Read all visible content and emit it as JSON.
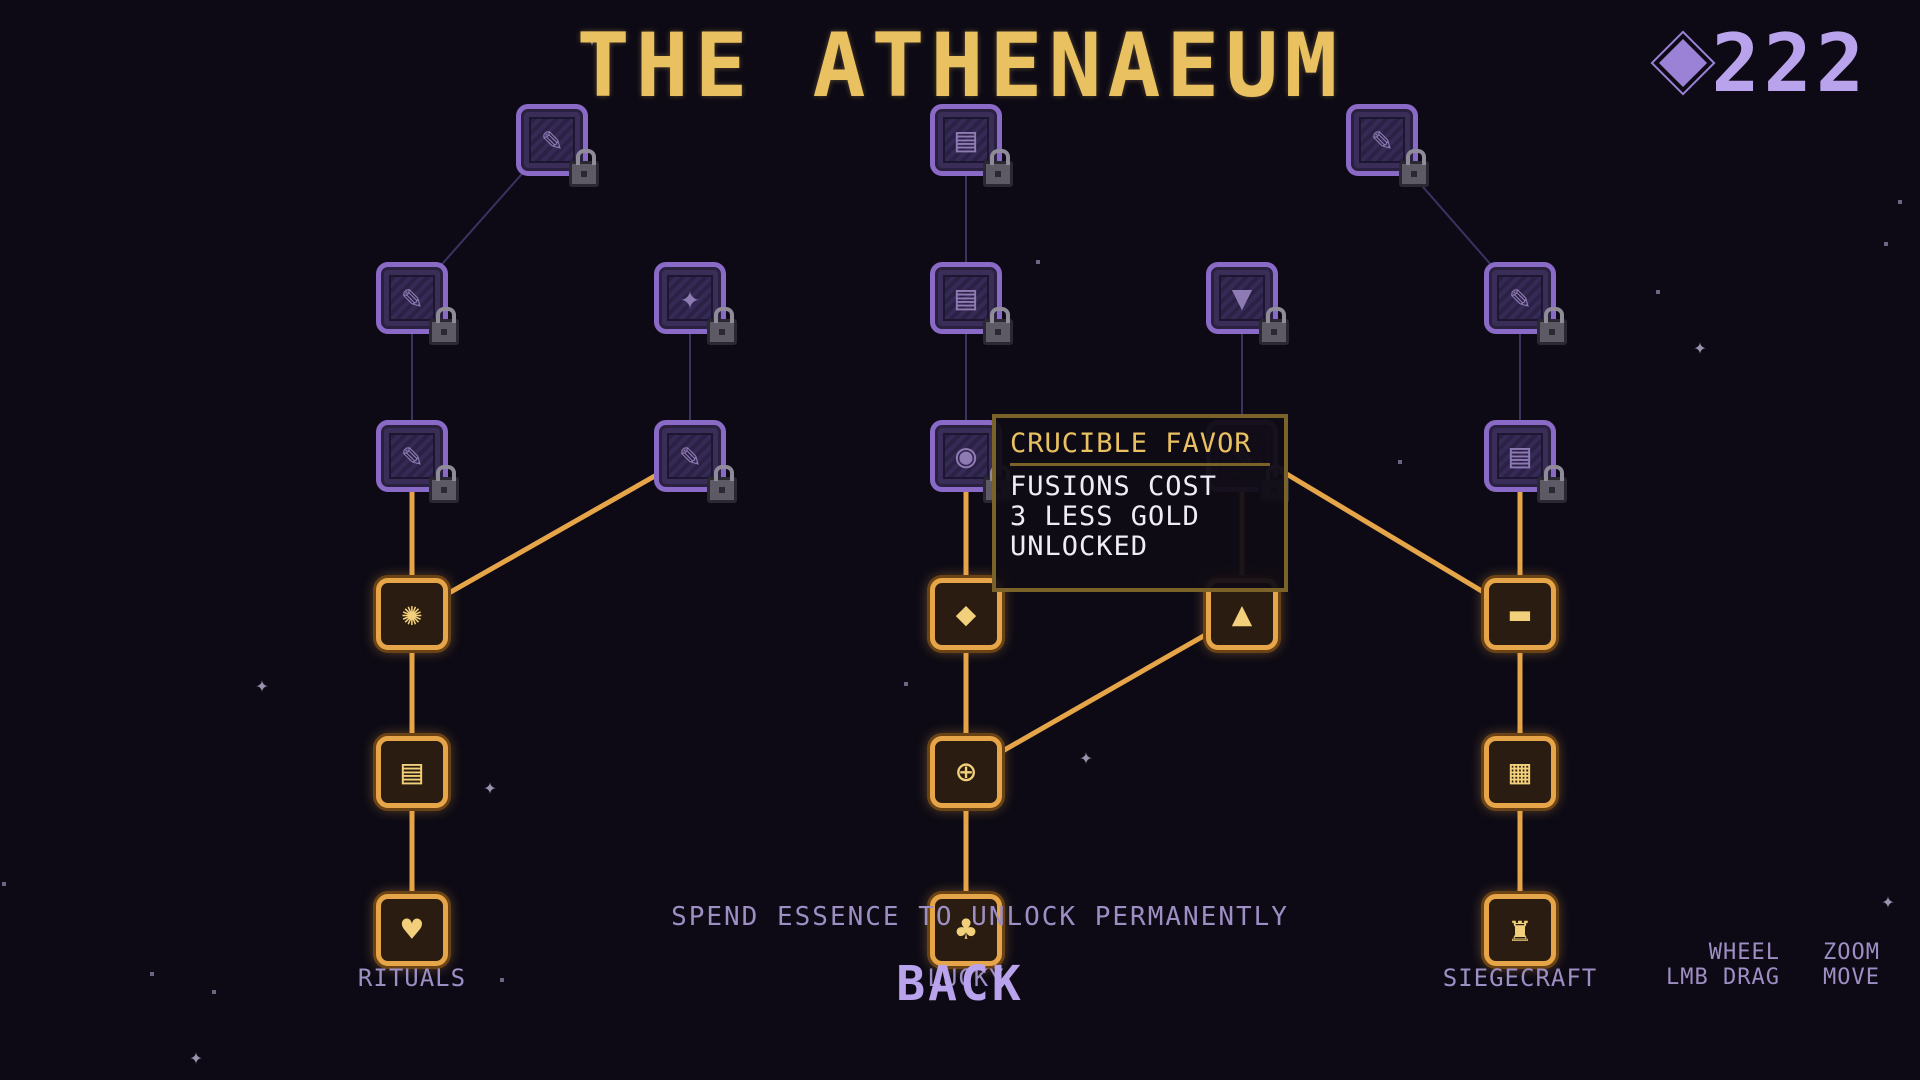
{
  "title": "THE ATHENAEUM",
  "currency": {
    "icon": "essence-diamond-icon",
    "amount": "222"
  },
  "tooltip": {
    "title": "CRUCIBLE FAVOR",
    "lines": [
      "FUSIONS COST",
      "3 LESS GOLD",
      "UNLOCKED"
    ]
  },
  "hint": "SPEND ESSENCE TO UNLOCK PERMANENTLY",
  "back_label": "BACK",
  "branch_labels": {
    "left": "RITUALS",
    "center": "LUCKY",
    "right": "SIEGECRAFT"
  },
  "controls": [
    {
      "key": "WHEEL",
      "action": "ZOOM"
    },
    {
      "key": "LMB DRAG",
      "action": "MOVE"
    }
  ],
  "colors": {
    "accent_gold": "#e9c160",
    "locked_purple": "#8a6ac7",
    "edge_active": "#e6a548",
    "edge_locked": "#3a3360",
    "background": "#0d0a15"
  },
  "nodes": [
    {
      "id": "r-t",
      "state": "locked",
      "icon": "scroll-icon"
    },
    {
      "id": "r-m2",
      "state": "locked",
      "icon": "scroll-icon"
    },
    {
      "id": "r-m1",
      "state": "locked",
      "icon": "scroll-icon"
    },
    {
      "id": "r-root3",
      "state": "unlocked",
      "icon": "sigil-icon"
    },
    {
      "id": "r-root2",
      "state": "unlocked",
      "icon": "mask-icon"
    },
    {
      "id": "r-root1",
      "state": "unlocked",
      "icon": "potion-icon"
    },
    {
      "id": "r-s2",
      "state": "locked",
      "icon": "scroll-icon"
    },
    {
      "id": "r-s1",
      "state": "locked",
      "icon": "scroll-icon"
    },
    {
      "id": "c-t",
      "state": "locked",
      "icon": "scroll-icon"
    },
    {
      "id": "c-m2",
      "state": "locked",
      "icon": "scroll-icon"
    },
    {
      "id": "c-m1",
      "state": "locked",
      "icon": "crucible-icon"
    },
    {
      "id": "c-root3",
      "state": "unlocked",
      "icon": "gems-icon"
    },
    {
      "id": "c-root2",
      "state": "unlocked",
      "icon": "coin-pouch-icon"
    },
    {
      "id": "c-root1",
      "state": "unlocked",
      "icon": "clover-icon"
    },
    {
      "id": "c-s2",
      "state": "locked",
      "icon": "shield-icon"
    },
    {
      "id": "c-s1",
      "state": "locked",
      "icon": "scroll-icon"
    },
    {
      "id": "c-sroot",
      "state": "unlocked",
      "icon": "cloak-icon"
    },
    {
      "id": "s-t",
      "state": "locked",
      "icon": "scroll-icon"
    },
    {
      "id": "s-m2",
      "state": "locked",
      "icon": "scroll-icon"
    },
    {
      "id": "s-m1",
      "state": "locked",
      "icon": "scroll-icon"
    },
    {
      "id": "s-root3",
      "state": "unlocked",
      "icon": "anvil-icon"
    },
    {
      "id": "s-root2",
      "state": "unlocked",
      "icon": "crate-icon"
    },
    {
      "id": "s-root1",
      "state": "unlocked",
      "icon": "tower-icon"
    }
  ]
}
